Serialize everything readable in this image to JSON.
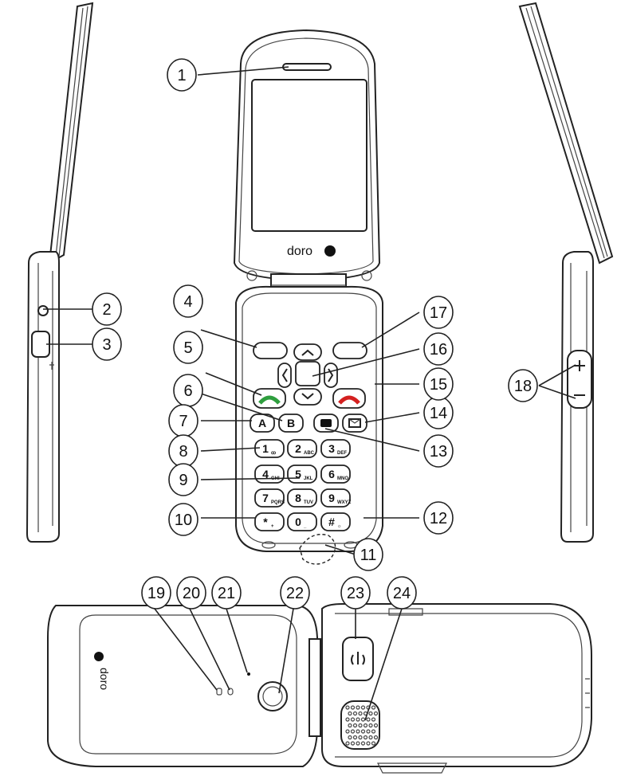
{
  "logo": {
    "brand_text": "doro"
  },
  "keypad": {
    "soft_left": "",
    "soft_right": "",
    "a_key": "A",
    "b_key": "B",
    "keys": [
      {
        "digit": "1",
        "sub": "ꝏ"
      },
      {
        "digit": "2",
        "sub": "ABC"
      },
      {
        "digit": "3",
        "sub": "DEF"
      },
      {
        "digit": "4",
        "sub": "GHI"
      },
      {
        "digit": "5",
        "sub": "JKL"
      },
      {
        "digit": "6",
        "sub": "MNO"
      },
      {
        "digit": "7",
        "sub": "PQRS"
      },
      {
        "digit": "8",
        "sub": "TUV"
      },
      {
        "digit": "9",
        "sub": "WXYZ"
      },
      {
        "digit": "*",
        "sub": "+"
      },
      {
        "digit": "0",
        "sub": "_"
      },
      {
        "digit": "#",
        "sub": "☼"
      }
    ]
  },
  "callouts": [
    "1",
    "2",
    "3",
    "4",
    "5",
    "6",
    "7",
    "8",
    "9",
    "10",
    "11",
    "12",
    "13",
    "14",
    "15",
    "16",
    "17",
    "18",
    "19",
    "20",
    "21",
    "22",
    "23",
    "24"
  ],
  "colors": {
    "call_green": "#2e9e3e",
    "end_red": "#d4201f",
    "line": "#222222"
  }
}
